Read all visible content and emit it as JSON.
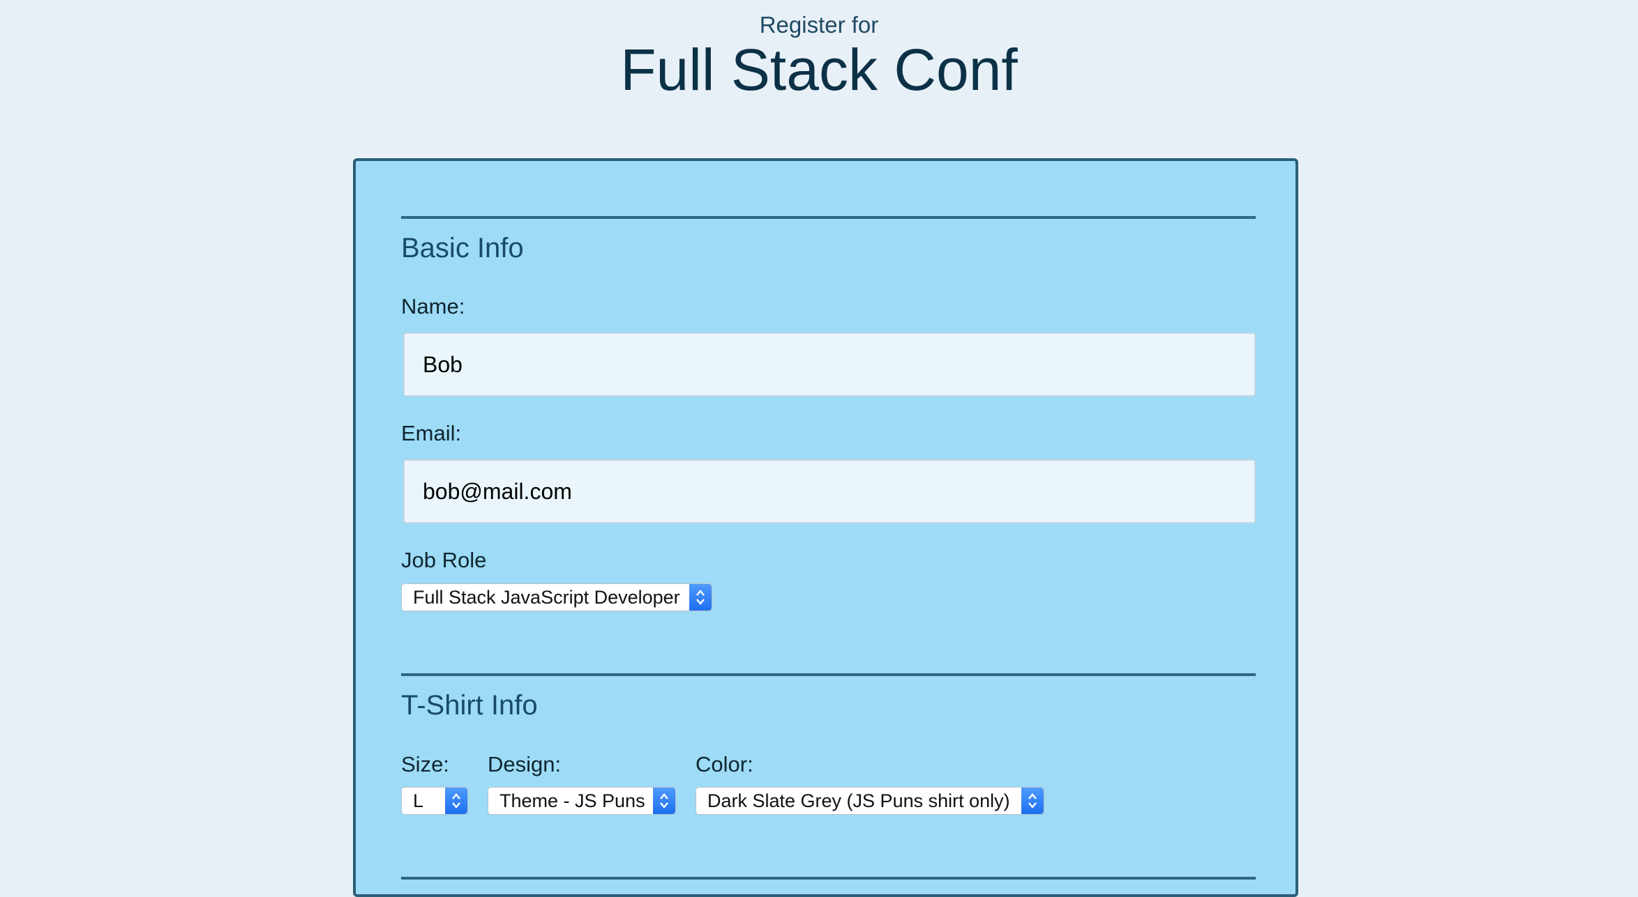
{
  "header": {
    "subtitle": "Register for",
    "title": "Full Stack Conf"
  },
  "basic_info": {
    "heading": "Basic Info",
    "name_label": "Name:",
    "name_value": "Bob",
    "email_label": "Email:",
    "email_value": "bob@mail.com",
    "job_role_label": "Job Role",
    "job_role_value": "Full Stack JavaScript Developer"
  },
  "tshirt_info": {
    "heading": "T-Shirt Info",
    "size_label": "Size:",
    "size_value": "L",
    "design_label": "Design:",
    "design_value": "Theme - JS Puns",
    "color_label": "Color:",
    "color_value": "Dark Slate Grey (JS Puns shirt only)"
  },
  "colors": {
    "page_background": "#e8f0f7",
    "card_background": "#9ddbf6",
    "select_arrow": "#1d6ff0"
  },
  "icons": {
    "select_arrow": "chevron-up-down-icon"
  }
}
